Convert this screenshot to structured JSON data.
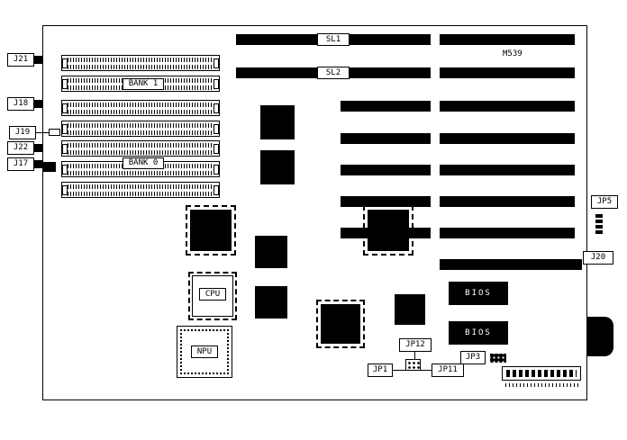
{
  "board": {
    "model": "M539"
  },
  "memory": {
    "bank1": "BANK 1",
    "bank0": "BANK 0"
  },
  "slots": {
    "sl1": "SL1",
    "sl2": "SL2"
  },
  "left": {
    "j21": "J21",
    "j18": "J18",
    "j19": "J19",
    "j22": "J22",
    "j17": "J17"
  },
  "right": {
    "jp5": "JP5",
    "j20": "J20"
  },
  "chips": {
    "cpu": "CPU",
    "npu": "NPU",
    "bios1": "BIOS",
    "bios2": "BIOS"
  },
  "jumpers": {
    "jp12": "JP12",
    "jp1": "JP1",
    "jp11": "JP11",
    "jp3": "JP3"
  }
}
